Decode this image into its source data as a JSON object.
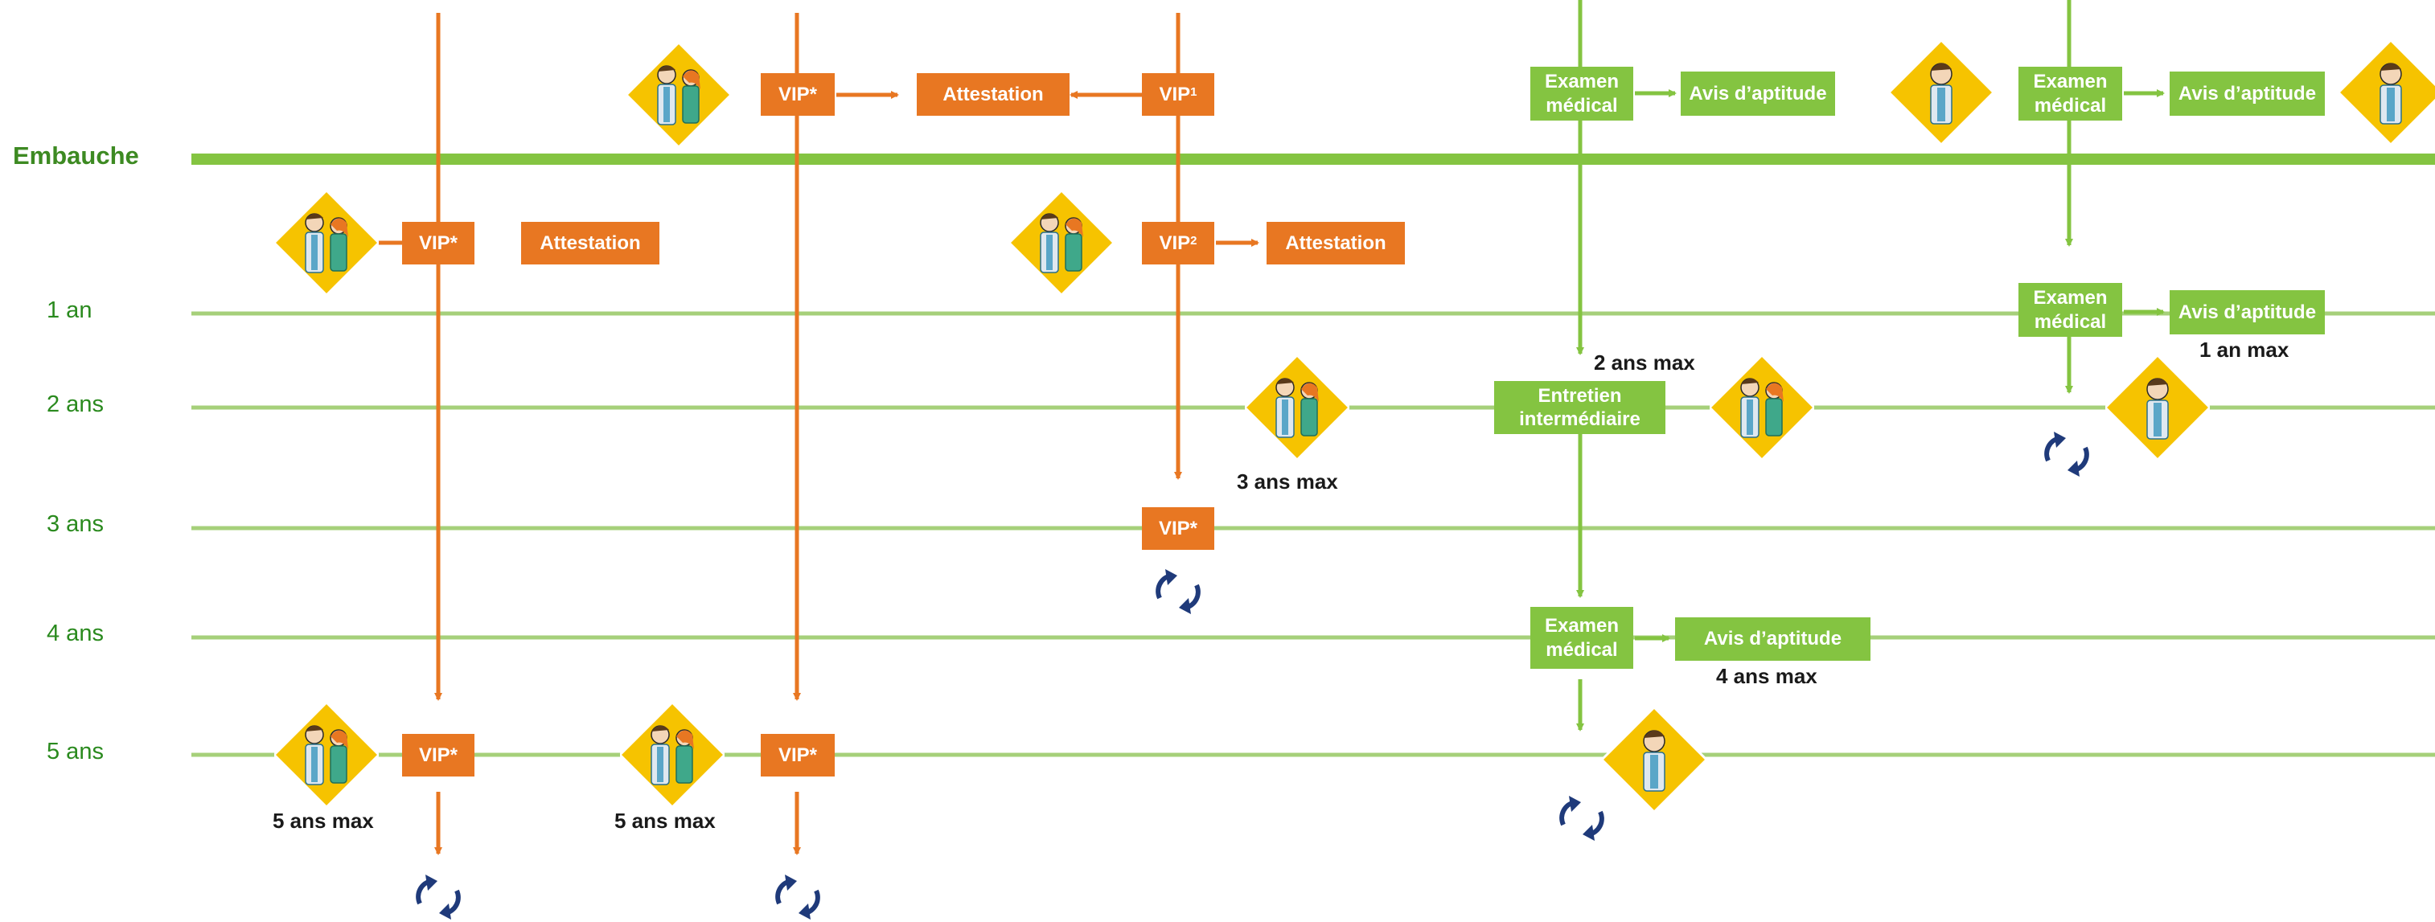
{
  "rows": {
    "hire": "Embauche",
    "y1": "1 an",
    "y2": "2 ans",
    "y3": "3 ans",
    "y4": "4 ans",
    "y5": "5 ans"
  },
  "labels": {
    "vip_star": "VIP*",
    "vip": "VIP",
    "sup1": "1",
    "sup2": "2",
    "attestation": "Attestation",
    "exam": "Examen\nmédical",
    "avis": "Avis d’aptitude",
    "entretien": "Entretien\nintermédiaire"
  },
  "notes": {
    "five_max": "5 ans max",
    "three_max": "3 ans max",
    "two_max": "2 ans max",
    "four_max": "4 ans max",
    "one_max": "1 an max"
  },
  "colors": {
    "orange": "#e87722",
    "green": "#84c441",
    "green_line": "#a6d07a",
    "navy": "#1f3a7a",
    "diamond": "#f6c300"
  },
  "icons": {
    "duo": "doctor-and-nurse-icon",
    "doctor": "doctor-icon",
    "cycle": "renewal-cycle-icon"
  }
}
